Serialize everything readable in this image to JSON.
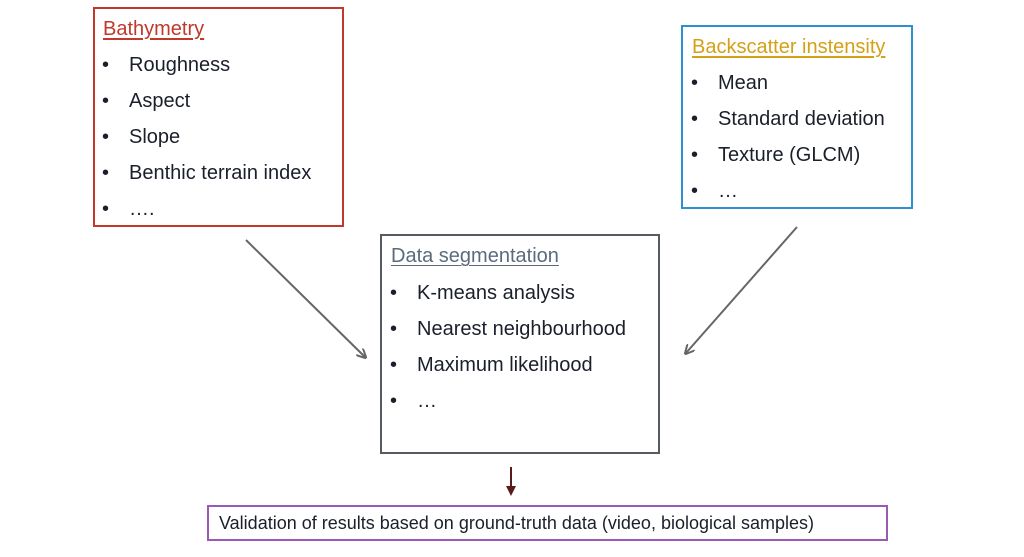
{
  "colors": {
    "bathymetry": "#c0392b",
    "backscatter": "#d4a017",
    "segmentation": "#5b6b7d",
    "validation_border": "#9b59b6",
    "backscatter_border": "#2f8fd1",
    "arrow_gray": "#666666",
    "arrow_dark": "#5a1a1a"
  },
  "bathymetry": {
    "title": "Bathymetry",
    "items": [
      "Roughness",
      "Aspect",
      "Slope",
      "Benthic terrain index",
      "…."
    ]
  },
  "backscatter": {
    "title": "Backscatter instensity",
    "items": [
      "Mean",
      "Standard deviation",
      "Texture (GLCM)",
      "…"
    ]
  },
  "segmentation": {
    "title": "Data segmentation ",
    "items": [
      "K-means analysis",
      "Nearest neighbourhood",
      "Maximum likelihood",
      "…"
    ]
  },
  "validation": {
    "text": "Validation of results based on ground-truth data (video, biological samples)"
  },
  "bullet_symbol": "•"
}
